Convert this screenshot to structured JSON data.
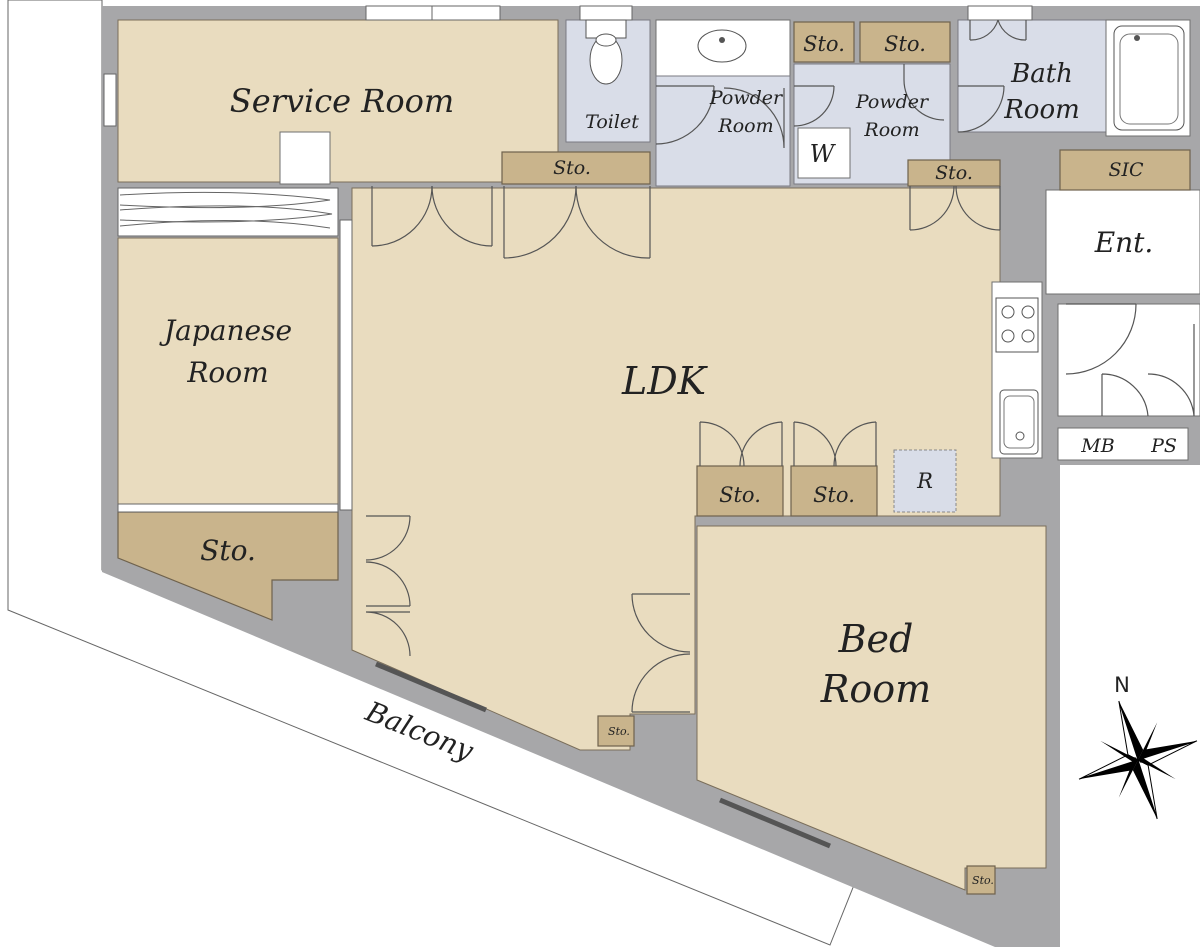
{
  "rooms": {
    "service_room": "Service Room",
    "japanese_room_line1": "Japanese",
    "japanese_room_line2": "Room",
    "ldk": "LDK",
    "bed_room_line1": "Bed",
    "bed_room_line2": "Room",
    "bath_room_line1": "Bath",
    "bath_room_line2": "Room",
    "toilet": "Toilet",
    "powder_room_1_line1": "Powder",
    "powder_room_1_line2": "Room",
    "powder_room_2_line1": "Powder",
    "powder_room_2_line2": "Room",
    "entrance": "Ent.",
    "sic": "SIC",
    "mb": "MB",
    "ps": "PS",
    "washer": "W",
    "refrigerator": "R"
  },
  "storage_label": "Sto.",
  "balcony": "Balcony",
  "compass": {
    "north": "N"
  },
  "colors": {
    "room": "#e9dcbf",
    "storage": "#c9b48c",
    "wet_area": "#d9dde8",
    "wall": "#a7a7a9"
  }
}
